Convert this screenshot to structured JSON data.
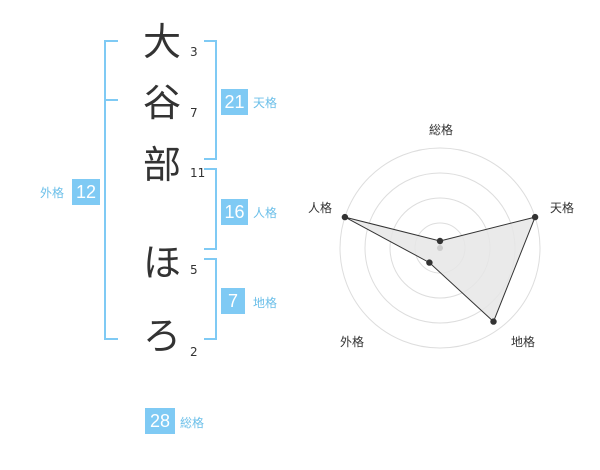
{
  "name_chars": [
    {
      "char": "大",
      "strokes": "3"
    },
    {
      "char": "谷",
      "strokes": "7"
    },
    {
      "char": "部",
      "strokes": "11"
    },
    {
      "char": "ほ",
      "strokes": "5"
    },
    {
      "char": "ろ",
      "strokes": "2"
    }
  ],
  "kaku": {
    "tenkaku": {
      "value": "21",
      "label": "天格"
    },
    "jinkaku": {
      "value": "16",
      "label": "人格"
    },
    "chikaku": {
      "value": "7",
      "label": "地格"
    },
    "gaikaku": {
      "value": "12",
      "label": "外格"
    },
    "soukaku": {
      "value": "28",
      "label": "総格"
    }
  },
  "radar": {
    "labels": {
      "top": "総格",
      "right": "天格",
      "bottom_right": "地格",
      "bottom_left": "外格",
      "left": "人格"
    },
    "rings": 4,
    "levels": {
      "soukaku": 0.07,
      "tenkaku": 1.0,
      "chikaku": 0.91,
      "gaikaku": 0.18,
      "jinkaku": 1.0
    },
    "colors": {
      "grid": "#dddddd",
      "fill": "#e6e6e6",
      "line": "#333333",
      "center": "#cccccc"
    }
  }
}
